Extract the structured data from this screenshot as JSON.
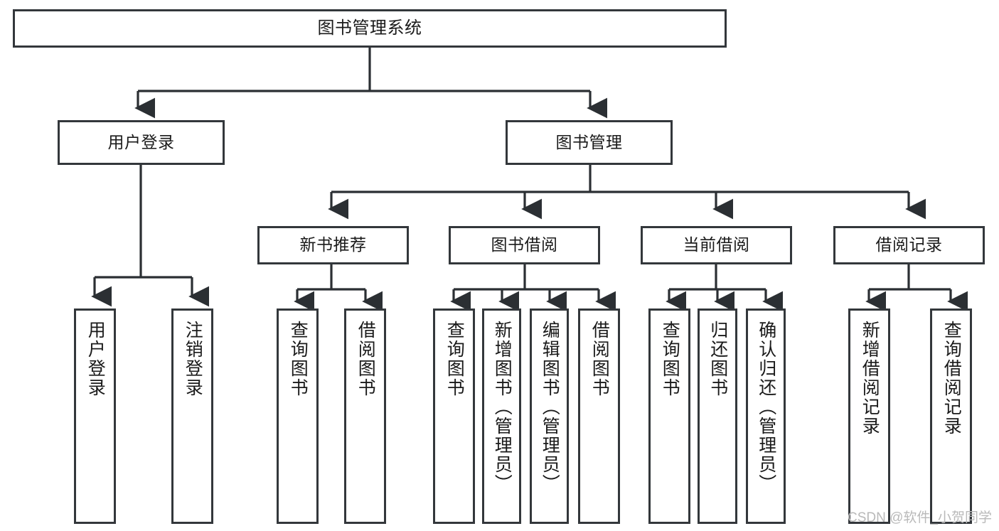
{
  "diagram": {
    "title": "图书管理系统",
    "type": "tree-hierarchy-diagram",
    "colors": {
      "box_border": "#33373b",
      "box_fill": "#ffffff",
      "edge": "#2b2f33",
      "text": "#1a1a1a",
      "watermark": "#b9b9b9",
      "background": "#ffffff"
    },
    "watermark": "CSDN @软件_小贺同学",
    "nodes": {
      "root": {
        "label": "图书管理系统"
      },
      "level2": [
        {
          "label": "用户登录"
        },
        {
          "label": "图书管理"
        }
      ],
      "level3": [
        {
          "label": "新书推荐"
        },
        {
          "label": "图书借阅"
        },
        {
          "label": "当前借阅"
        },
        {
          "label": "借阅记录"
        }
      ],
      "leaves_user_login": [
        {
          "label": "用户登录"
        },
        {
          "label": "注销登录"
        }
      ],
      "leaves_new_book": [
        {
          "label": "查询图书"
        },
        {
          "label": "借阅图书"
        }
      ],
      "leaves_borrow": [
        {
          "label": "查询图书"
        },
        {
          "label": "新增图书（管理员）"
        },
        {
          "label": "编辑图书（管理员）"
        },
        {
          "label": "借阅图书"
        }
      ],
      "leaves_current": [
        {
          "label": "查询图书"
        },
        {
          "label": "归还图书"
        },
        {
          "label": "确认归还（管理员）"
        }
      ],
      "leaves_records": [
        {
          "label": "新增借阅记录"
        },
        {
          "label": "查询借阅记录"
        }
      ]
    }
  }
}
